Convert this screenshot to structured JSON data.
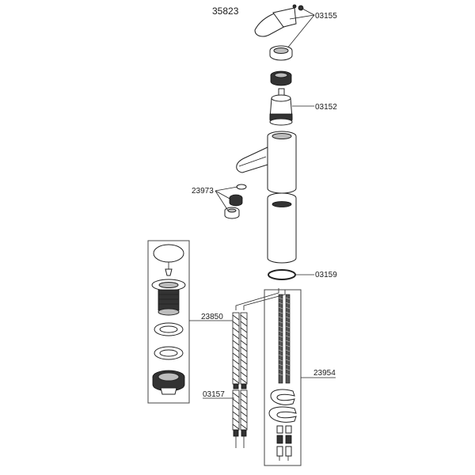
{
  "title": "35823",
  "labels": {
    "handle_kit": "03155",
    "cartridge": "03152",
    "aerator": "23973",
    "o_ring": "03159",
    "drain": "23850",
    "mounting": "23954",
    "hoses": "03157"
  }
}
